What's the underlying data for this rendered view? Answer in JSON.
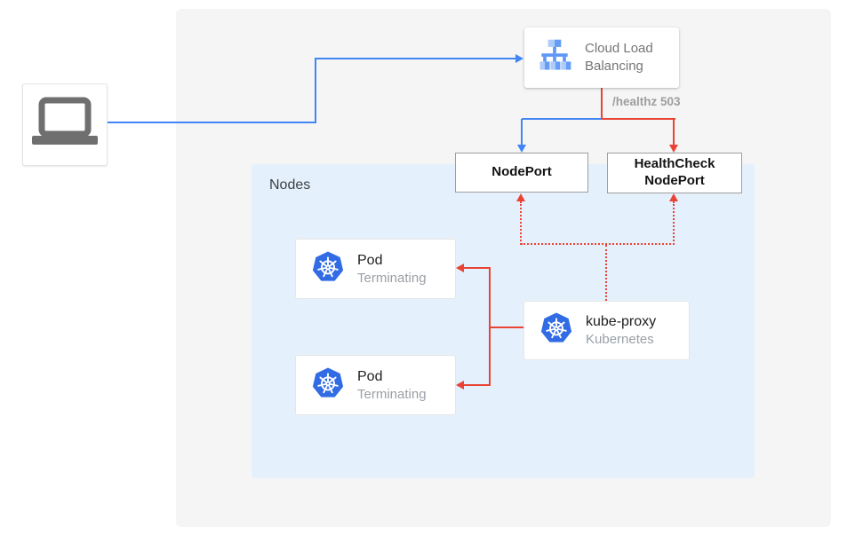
{
  "diagram": {
    "nodes_container": {
      "label": "Nodes"
    },
    "client": {
      "icon": "laptop-icon"
    },
    "cloud_load_balancing": {
      "label": "Cloud Load Balancing",
      "icon": "load-balancer-icon"
    },
    "healthz_badge": "/healthz 503",
    "nodeport": {
      "label": "NodePort"
    },
    "healthcheck_nodeport": {
      "label": "HealthCheck NodePort"
    },
    "pod_top": {
      "title": "Pod",
      "status": "Terminating",
      "icon": "kubernetes-icon"
    },
    "pod_bottom": {
      "title": "Pod",
      "status": "Terminating",
      "icon": "kubernetes-icon"
    },
    "kube_proxy": {
      "title": "kube-proxy",
      "subtitle": "Kubernetes",
      "icon": "kubernetes-icon"
    },
    "colors": {
      "blue": "#4285F4",
      "red": "#EA4335",
      "nodes_bg": "#E4F1FC",
      "canvas_bg": "#F5F5F6",
      "kubernetes_blue": "#326CE5"
    }
  }
}
